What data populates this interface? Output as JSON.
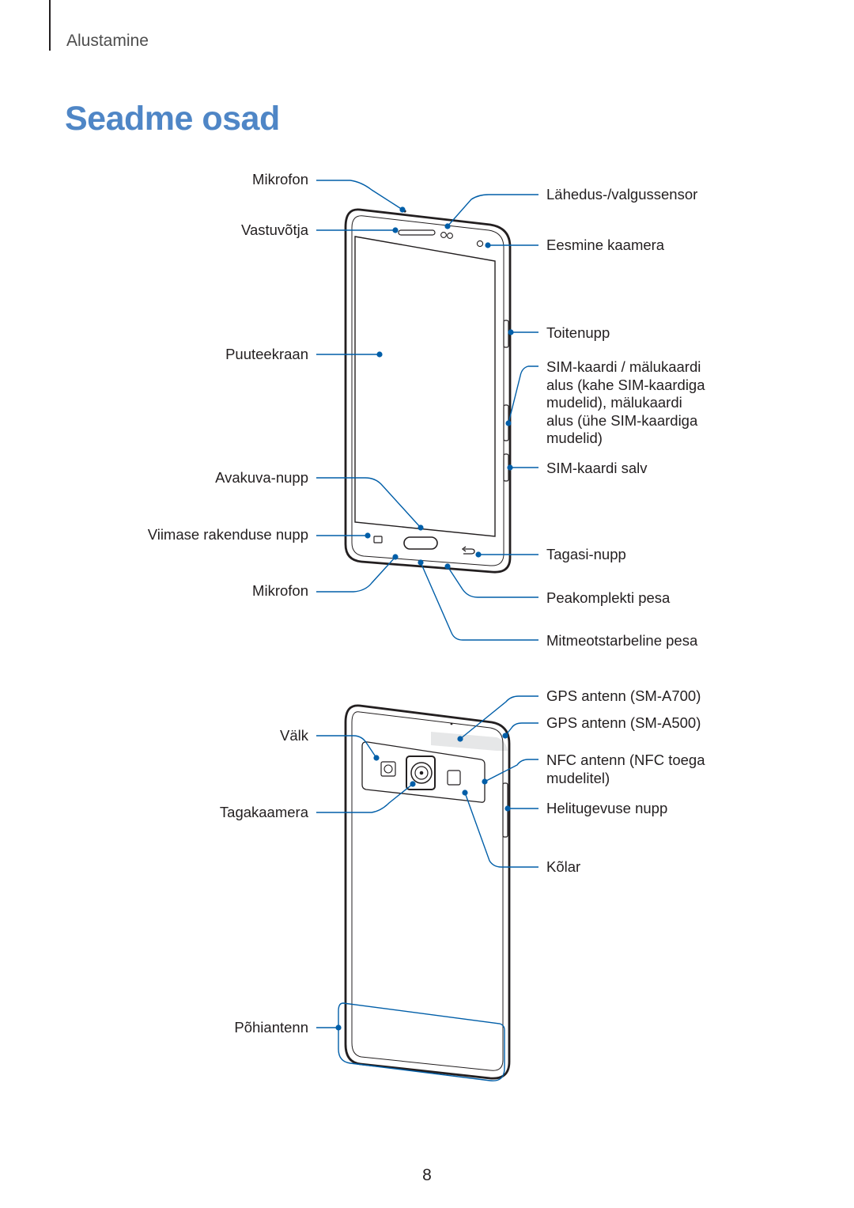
{
  "header": {
    "section": "Alustamine"
  },
  "title": "Seadme osad",
  "front_labels": {
    "mikrofon_top": "Mikrofon",
    "vastuvotja": "Vastuvõtja",
    "puuteekraan": "Puuteekraan",
    "avakuva_nupp": "Avakuva-nupp",
    "viimase_nupp": "Viimase rakenduse nupp",
    "mikrofon_bottom": "Mikrofon",
    "lahedus": "Lähedus-/valgussensor",
    "eesmine_kaamera": "Eesmine kaamera",
    "toitenupp": "Toitenupp",
    "sim_malukaardi": [
      "SIM-kaardi / mälukaardi",
      "alus (kahe SIM-kaardiga",
      "mudelid), mälukaardi",
      "alus (ühe SIM-kaardiga",
      "mudelid)"
    ],
    "sim_salv": "SIM-kaardi salv",
    "tagasi_nupp": "Tagasi-nupp",
    "peakomplekti_pesa": "Peakomplekti pesa",
    "mitmeotstarbeline_pesa": "Mitmeotstarbeline pesa"
  },
  "back_labels": {
    "valk": "Välk",
    "tagakaamera": "Tagakaamera",
    "pohiantenn": "Põhiantenn",
    "gps_a700": "GPS antenn (SM-A700)",
    "gps_a500": "GPS antenn (SM-A500)",
    "nfc": [
      "NFC antenn (NFC toega",
      "mudelitel)"
    ],
    "helitugevuse_nupp": "Helitugevuse nupp",
    "kolar": "Kõlar"
  },
  "page_number": "8",
  "colors": {
    "title": "#4f86c6",
    "callout": "#005ea8",
    "outline": "#231f20",
    "gps_band": "#e6e7e8"
  }
}
